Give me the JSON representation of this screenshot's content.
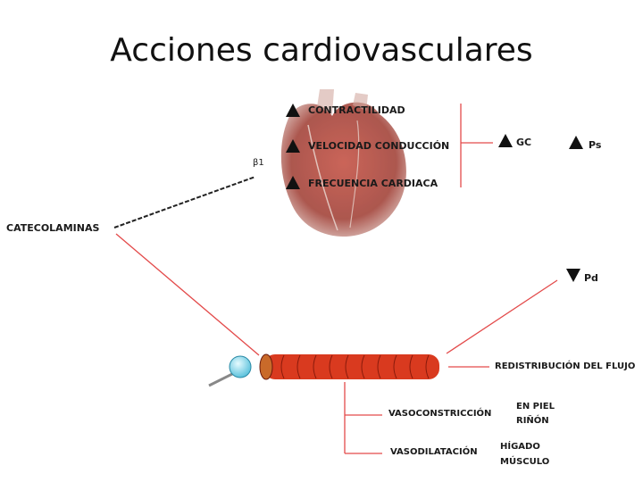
{
  "title": "Acciones cardiovasculares",
  "labels": {
    "catecolaminas": "CATECOLAMINAS",
    "beta1": "β1",
    "contractilidad": "CONTRACTILIDAD",
    "velocidad_conduccion": "VELOCIDAD CONDUCCIÓN",
    "frecuencia_cardiaca": "FRECUENCIA CARDIACA",
    "gc": "GC",
    "ps": "Ps",
    "pd": "Pd",
    "redistribucion": "REDISTRIBUCIÓN DEL FLUJO",
    "vasoconstriccion": "VASOCONSTRICCIÓN",
    "en_piel": "EN PIEL",
    "rinon": "RIÑÓN",
    "vasodilatacion": "VASODILATACIÓN",
    "higado": "HÍGADO",
    "musculo": "MÚSCULO"
  },
  "colors": {
    "vessel": "#d93a1f",
    "vessel_dark": "#8a1b0c",
    "heart": "#b23a2e",
    "connector": "#e34a4a",
    "receptor": "#8fd8ea"
  }
}
